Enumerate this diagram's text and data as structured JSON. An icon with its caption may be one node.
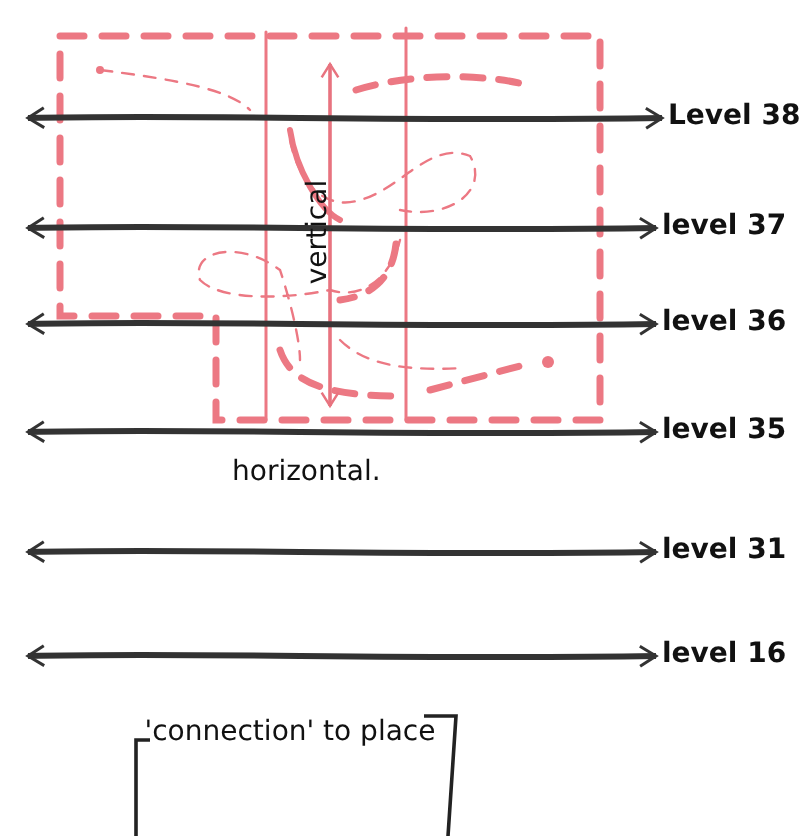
{
  "diagram": {
    "nodes": [
      {
        "text": [
          "Level 38"
        ]
      },
      {
        "text": [
          "level 37"
        ]
      },
      {
        "text": [
          "level 36"
        ]
      },
      {
        "text": [
          "level 35"
        ]
      },
      {
        "text": [
          "level 31"
        ]
      },
      {
        "text": [
          "level 16"
        ]
      }
    ],
    "edges": [
      {
        "from": null,
        "to": 0,
        "arrow": "both"
      },
      {
        "from": null,
        "to": 1,
        "arrow": "both"
      },
      {
        "from": null,
        "to": 2,
        "arrow": "both"
      },
      {
        "from": null,
        "to": 3,
        "arrow": "both"
      },
      {
        "from": null,
        "to": 4,
        "arrow": "both"
      },
      {
        "from": null,
        "to": 5,
        "arrow": "both"
      }
    ],
    "labels": [
      "vertical",
      "horizontal.",
      "'connection' to place"
    ]
  }
}
